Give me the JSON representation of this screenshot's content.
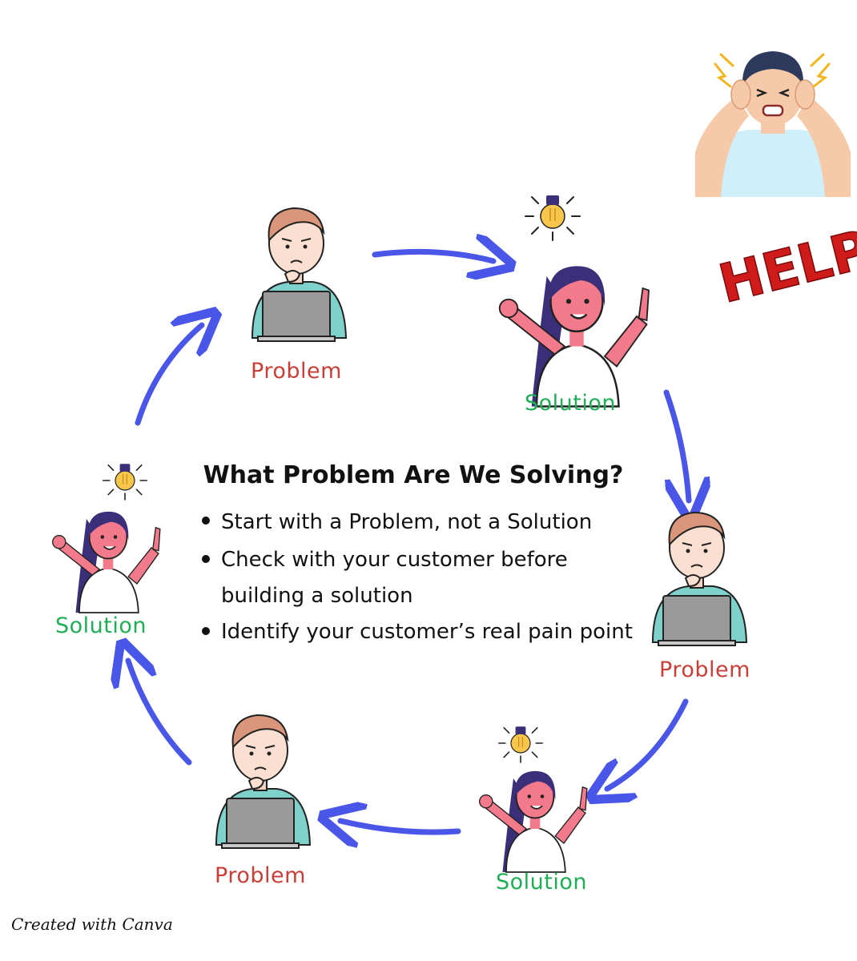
{
  "center": {
    "title": "What Problem Are We Solving?",
    "bullets": [
      "Start with a Problem, not a Solution",
      "Check with your customer before",
      "building a solution",
      "Identify your customer’s real pain point"
    ]
  },
  "nodes": {
    "top_problem": "Problem",
    "top_solution": "Solution",
    "right_problem": "Problem",
    "bottom_solution": "Solution",
    "bottom_problem": "Problem",
    "left_solution": "Solution"
  },
  "help_text": "HELP!",
  "credit": "Created with Canva",
  "colors": {
    "problem": "#c83f38",
    "solution": "#1fae55",
    "arrow": "#4a56e8",
    "help": "#d01b1b"
  }
}
